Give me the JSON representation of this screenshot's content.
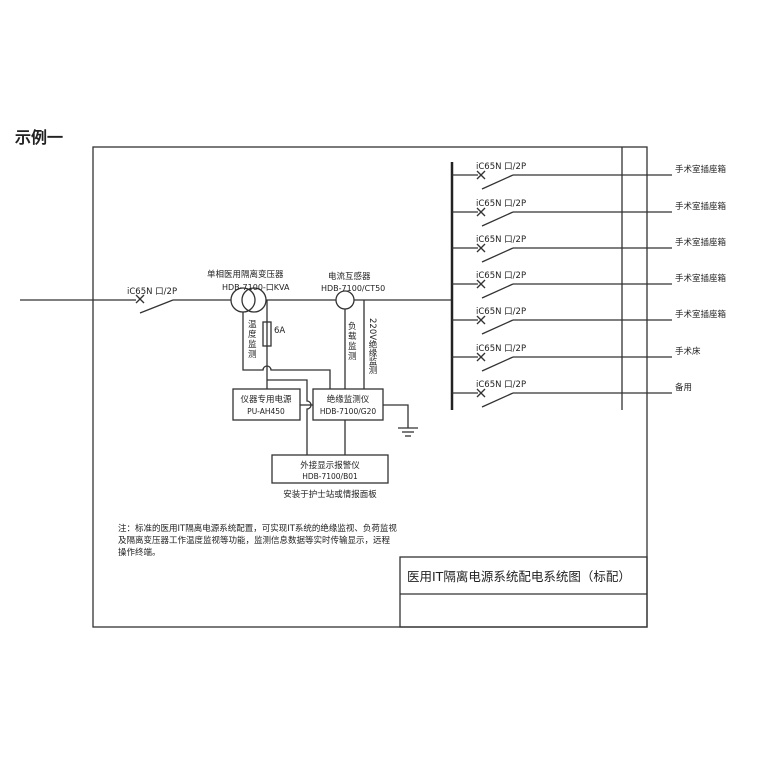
{
  "heading": "示例一",
  "main_breaker": "iC65N 口/2P",
  "transformer": {
    "name": "单相医用隔离变压器",
    "model": "HDB-7100-口KVA"
  },
  "ct": {
    "name": "电流互感器",
    "model": "HDB-7100/CT50"
  },
  "fuse": "6A",
  "temp_monitor": "温度监测",
  "load_monitor": "负载监测",
  "insulation_monitor_220": "220V绝缘监测",
  "power_supply": {
    "name": "仪器专用电源",
    "model": "PU-AH450"
  },
  "insulation_device": {
    "name": "绝缘监测仪",
    "model": "HDB-7100/G20"
  },
  "alarm": {
    "name": "外接显示报警仪",
    "model": "HDB-7100/B01",
    "note": "安装于护士站或情报面板"
  },
  "branches": [
    {
      "breaker": "iC65N 口/2P",
      "load": "手术室插座箱"
    },
    {
      "breaker": "iC65N 口/2P",
      "load": "手术室插座箱"
    },
    {
      "breaker": "iC65N 口/2P",
      "load": "手术室插座箱"
    },
    {
      "breaker": "iC65N 口/2P",
      "load": "手术室插座箱"
    },
    {
      "breaker": "iC65N 口/2P",
      "load": "手术室插座箱"
    },
    {
      "breaker": "iC65N 口/2P",
      "load": "手术床"
    },
    {
      "breaker": "iC65N 口/2P",
      "load": "备用"
    }
  ],
  "note": "注：标准的医用IT隔离电源系统配置，可实现IT系统的绝缘监视、负荷监视及隔离变压器工作温度监视等功能，监测信息数据等实时传输显示，远程操作终端。",
  "title_block": "医用IT隔离电源系统配电系统图（标配）"
}
